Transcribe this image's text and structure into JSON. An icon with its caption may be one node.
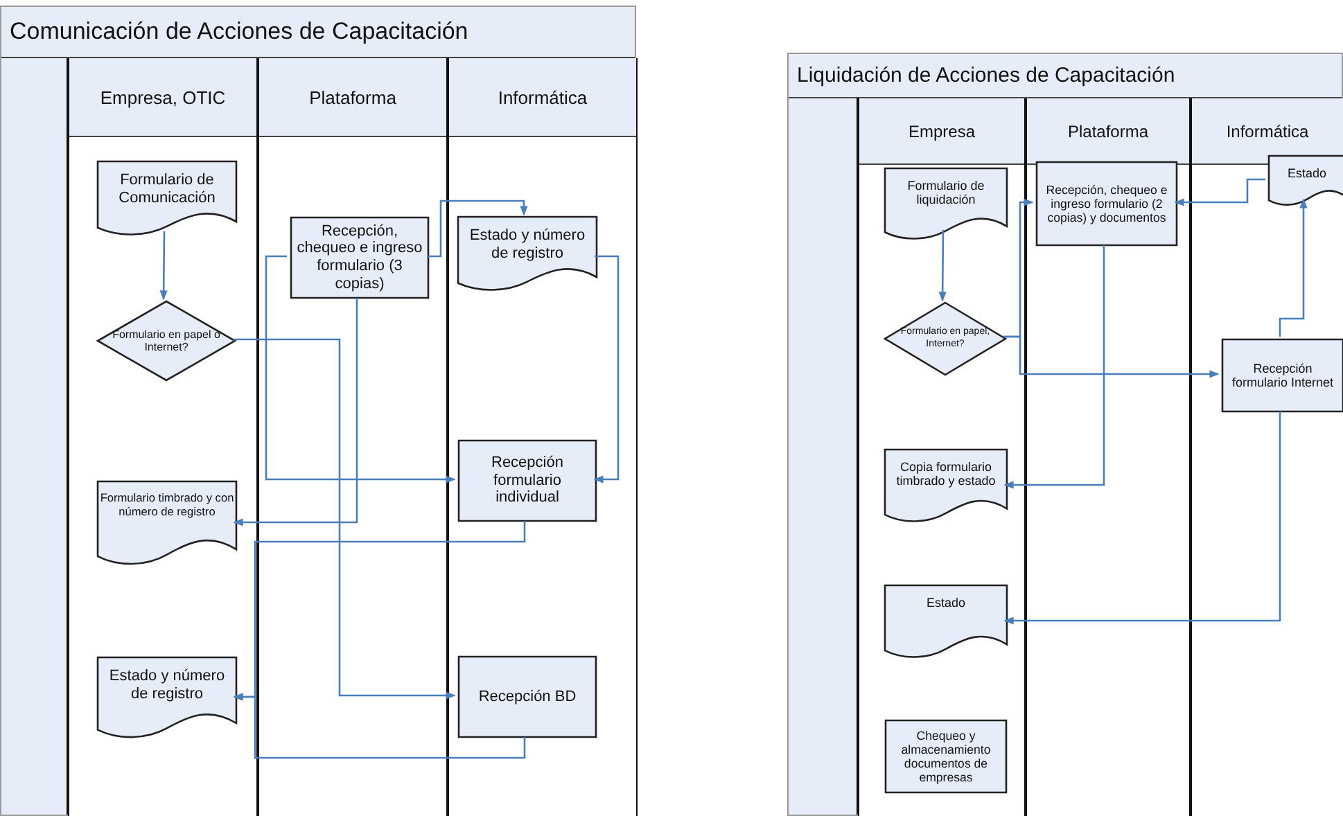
{
  "diagram": {
    "nodes": [
      {
        "text": [
          "Comunicación de Acciones de Capacitación"
        ]
      },
      {
        "text": [
          "Empresa, OTIC"
        ],
        "in": 0
      },
      {
        "text": [
          "Plataforma"
        ],
        "in": 0
      },
      {
        "text": [
          "Informática"
        ],
        "in": 0
      },
      {
        "text": [
          "Formulario de Comunicación"
        ],
        "in": 1
      },
      {
        "text": [
          "Formulario en papel o Internet?"
        ],
        "in": 1
      },
      {
        "text": [
          "Recepción, chequeo e ingreso formulario (3 copias)"
        ],
        "in": 2
      },
      {
        "text": [
          "Estado y número de registro"
        ],
        "in": 3
      },
      {
        "text": [
          "Recepción formulario individual"
        ],
        "in": 3
      },
      {
        "text": [
          "Formulario timbrado y con número de registro"
        ],
        "in": 1
      },
      {
        "text": [
          "Estado y número de registro"
        ],
        "in": 1
      },
      {
        "text": [
          "Recepción BD"
        ],
        "in": 3
      },
      {
        "text": [
          "Liquidación de Acciones de Capacitación"
        ]
      },
      {
        "text": [
          "Empresa"
        ],
        "in": 12
      },
      {
        "text": [
          "Plataforma"
        ],
        "in": 12
      },
      {
        "text": [
          "Informática"
        ],
        "in": 12
      },
      {
        "text": [
          "Formulario de liquidación"
        ],
        "in": 13
      },
      {
        "text": [
          "Recepción, chequeo e ingreso formulario (2 copias) y documentos"
        ],
        "in": 14
      },
      {
        "text": [
          "Estado"
        ],
        "in": 15
      },
      {
        "text": [
          "Formulario en papel, Internet?"
        ],
        "in": 13
      },
      {
        "text": [
          "Recepción formulario Internet"
        ],
        "in": 15
      },
      {
        "text": [
          "Copia formulario timbrado y estado"
        ],
        "in": 13
      },
      {
        "text": [
          "Estado"
        ],
        "in": 13
      },
      {
        "text": [
          "Chequeo y almacenamiento documentos de empresas"
        ],
        "in": 13
      }
    ],
    "edges": [
      {
        "from": 4,
        "to": 5,
        "arrow": "to"
      },
      {
        "from": 6,
        "to": 7,
        "arrow": "to"
      },
      {
        "from": 6,
        "to": 8,
        "arrow": "to"
      },
      {
        "from": 6,
        "to": 9,
        "arrow": "to"
      },
      {
        "from": 7,
        "to": 8,
        "arrow": "to"
      },
      {
        "from": 5,
        "to": 11,
        "arrow": "to"
      },
      {
        "from": 8,
        "to": 10,
        "arrow": "to"
      },
      {
        "from": 11,
        "to": 10,
        "arrow": "to"
      },
      {
        "from": 16,
        "to": 19,
        "arrow": "to"
      },
      {
        "from": 19,
        "to": 17,
        "arrow": "to"
      },
      {
        "from": 19,
        "to": 20,
        "arrow": "to"
      },
      {
        "from": 18,
        "to": 17,
        "arrow": "to"
      },
      {
        "from": 20,
        "to": 18,
        "arrow": "to"
      },
      {
        "from": 17,
        "to": 21,
        "arrow": "to"
      },
      {
        "from": 20,
        "to": 22,
        "arrow": "to"
      }
    ]
  }
}
